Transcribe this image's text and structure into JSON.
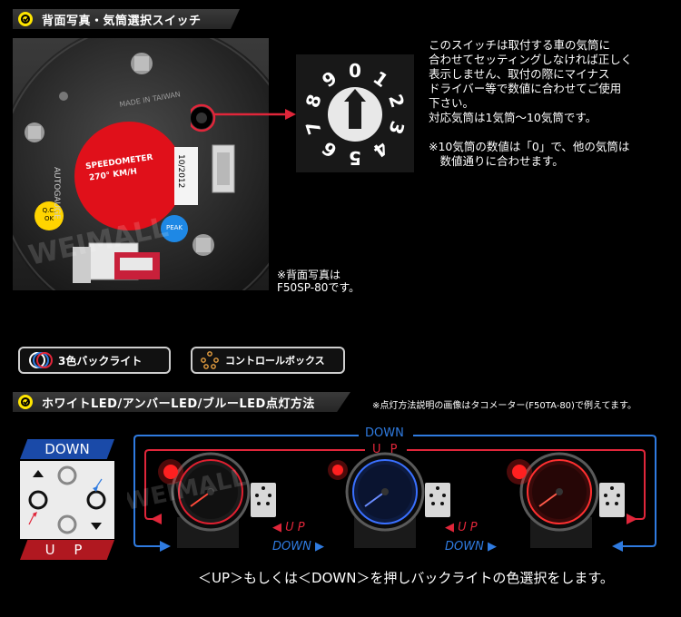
{
  "section1": {
    "title": "背面写真・気筒選択スイッチ"
  },
  "photo": {
    "gauge_label_1": "SPEEDOMETER",
    "gauge_label_2": "270°  KM/H",
    "serial": "10/2012",
    "qc_1": "Q.C.",
    "qc_2": "OK",
    "peak": "PEAK",
    "made_in": "MADE IN TAIWAN",
    "side_text": "AUTOGAUGE",
    "watermark": "WEIMALL",
    "note_line1": "※背面写真は",
    "note_line2": "F50SP-80です。"
  },
  "dial": {
    "numbers": [
      "0",
      "1",
      "2",
      "3",
      "4",
      "5",
      "6",
      "7",
      "8",
      "9"
    ]
  },
  "description": {
    "lines": [
      "このスイッチは取付する車の気筒に",
      "合わせてセッティングしなければ正しく",
      "表示しません、取付の際にマイナス",
      "ドライバー等で数値に合わせてご使用",
      "下さい。",
      "対応気筒は1気筒～10気筒です。",
      "",
      "※10気筒の数値は「0」で、他の気筒は",
      "　数値通りに合わせます。"
    ]
  },
  "badges": {
    "backlight": "3色バックライト",
    "control_box": "コントロールボックス"
  },
  "section2": {
    "title": "ホワイトLED/アンバーLED/ブルーLED点灯方法",
    "note": "※点灯方法説明の画像はタコメーター(F50TA-80)で例えてます。"
  },
  "flow": {
    "down_label": "DOWN",
    "up_label": "U P",
    "top_down": "DOWN",
    "top_up": "U P",
    "mid_up_1": "◀  U P",
    "mid_down_1": "DOWN  ▶",
    "mid_up_2": "◀  U P",
    "mid_down_2": "DOWN  ▶",
    "caption": "＜UP＞もしくは＜DOWN＞を押しバックライトの色選択をします。"
  },
  "colors": {
    "accent_yellow": "#ffe600",
    "blue": "#2f7be0",
    "red": "#e0263a",
    "white": "#ffffff"
  }
}
